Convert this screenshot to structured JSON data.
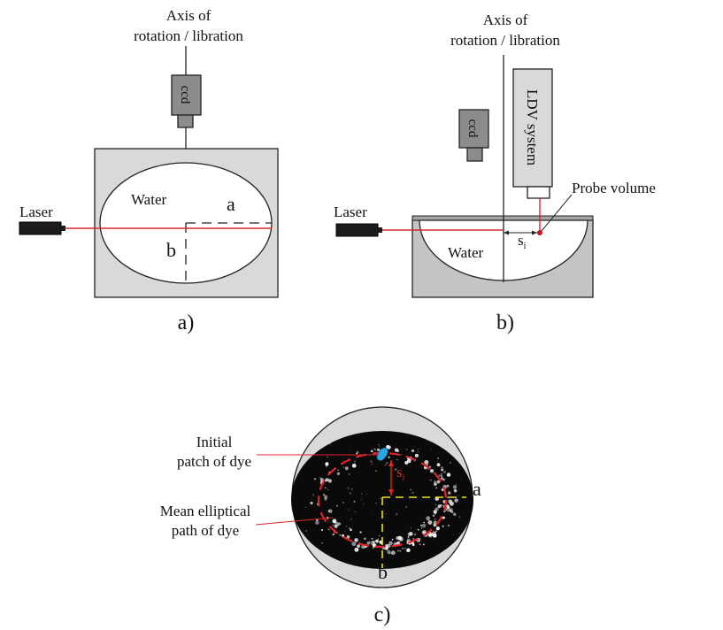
{
  "panel_a": {
    "axis_label_line1": "Axis of",
    "axis_label_line2": "rotation / libration",
    "ccd_label": "ccd",
    "laser_label": "Laser",
    "water_label": "Water",
    "semi_axis_a": "a",
    "semi_axis_b": "b",
    "panel_label": "a)"
  },
  "panel_b": {
    "axis_label_line1": "Axis of",
    "axis_label_line2": "rotation / libration",
    "ccd_label": "ccd",
    "ldv_label": "LDV system",
    "probe_label": "Probe volume",
    "laser_label": "Laser",
    "water_label": "Water",
    "distance_label": "s",
    "distance_subscript": "i",
    "panel_label": "b)"
  },
  "panel_c": {
    "initial_patch_line1": "Initial",
    "initial_patch_line2": "patch of dye",
    "mean_path_line1": "Mean elliptical",
    "mean_path_line2": "path of dye",
    "distance_label": "s",
    "distance_subscript": "i",
    "semi_axis_a": "a",
    "semi_axis_b": "b",
    "panel_label": "c)"
  },
  "colors": {
    "laser_beam": "#d42a2a",
    "container_fill": "#d9d9d9",
    "ccd_fill": "#8c8c8c",
    "photo_background": "#0a0a0a",
    "axis_dash": "#f2e21a",
    "dye_patch": "#2aa7e0",
    "dye_path": "#e0242a"
  }
}
